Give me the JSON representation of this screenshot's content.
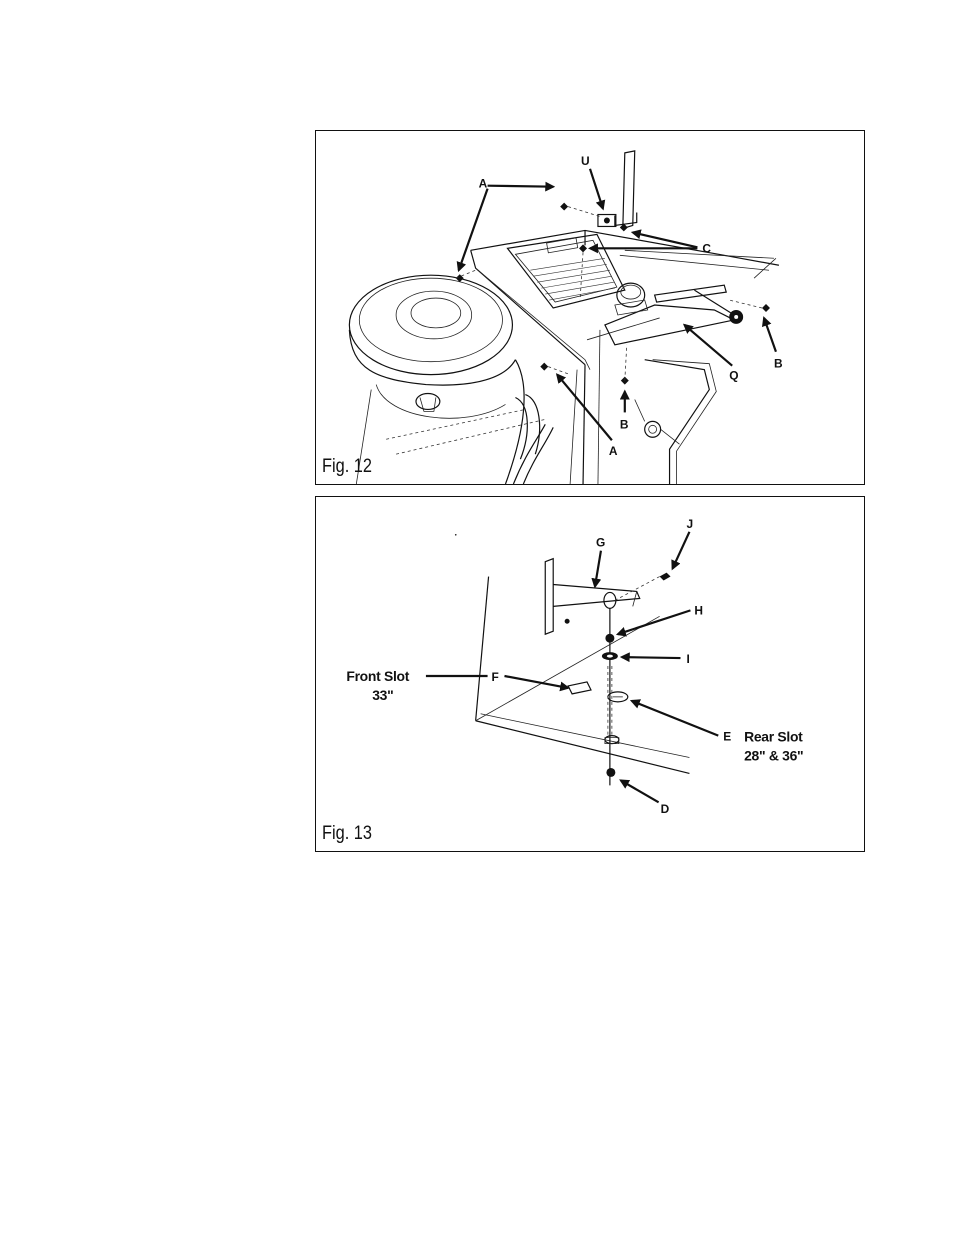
{
  "figure12": {
    "caption": "Fig. 12",
    "labels": {
      "a_top": "A",
      "a_bottom": "A",
      "u": "U",
      "c": "C",
      "b_right": "B",
      "b_bottom": "B",
      "q": "Q"
    }
  },
  "figure13": {
    "caption": "Fig. 13",
    "labels": {
      "j": "J",
      "g": "G",
      "h": "H",
      "i": "I",
      "f": "F",
      "e": "E",
      "d": "D",
      "front_slot_line1": "Front Slot",
      "front_slot_line2": "33\"",
      "rear_slot_line1": "Rear Slot",
      "rear_slot_line2": "28\" & 36\""
    }
  }
}
